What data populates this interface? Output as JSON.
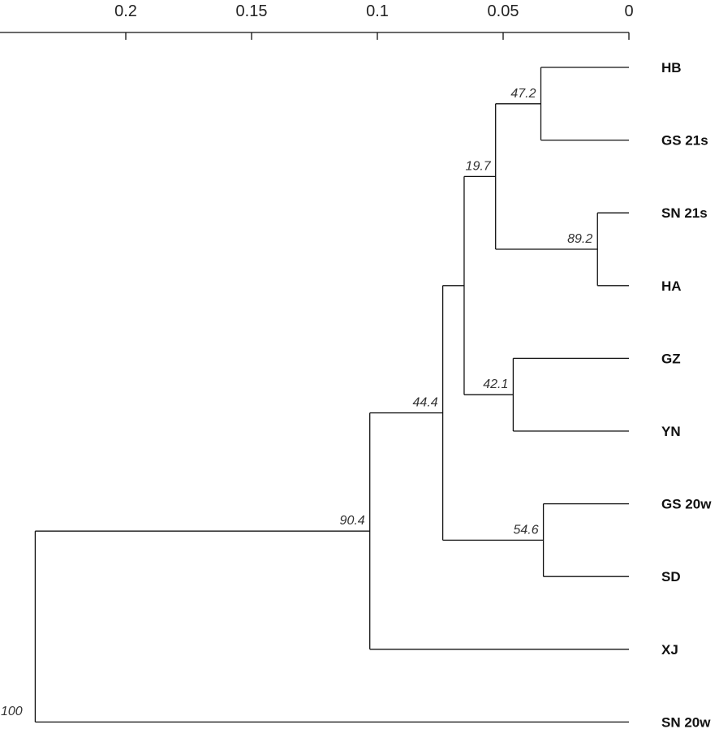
{
  "axis": {
    "ticks": [
      {
        "value": 0.2,
        "label": "0.2"
      },
      {
        "value": 0.15,
        "label": "0.15"
      },
      {
        "value": 0.1,
        "label": "0.1"
      },
      {
        "value": 0.05,
        "label": "0.05"
      },
      {
        "value": 0,
        "label": "0"
      }
    ]
  },
  "tree": {
    "leaves": [
      {
        "id": "HB",
        "label": "HB"
      },
      {
        "id": "GS21s",
        "label": "GS 21s"
      },
      {
        "id": "SN21s",
        "label": "SN 21s"
      },
      {
        "id": "HA",
        "label": "HA"
      },
      {
        "id": "GZ",
        "label": "GZ"
      },
      {
        "id": "YN",
        "label": "YN"
      },
      {
        "id": "GS20w",
        "label": "GS 20w"
      },
      {
        "id": "SD",
        "label": "SD"
      },
      {
        "id": "XJ",
        "label": "XJ"
      },
      {
        "id": "SN20w",
        "label": "SN 20w"
      }
    ],
    "nodes": [
      {
        "id": "n_hb_gs",
        "height": 0.035,
        "support": "47.2",
        "children": [
          "HB",
          "GS21s"
        ]
      },
      {
        "id": "n_sn_ha",
        "height": 0.0125,
        "support": "89.2",
        "children": [
          "SN21s",
          "HA"
        ]
      },
      {
        "id": "n_gz_yn",
        "height": 0.046,
        "support": "42.1",
        "children": [
          "GZ",
          "YN"
        ]
      },
      {
        "id": "n_gs20_sd",
        "height": 0.034,
        "support": "54.6",
        "children": [
          "GS20w",
          "SD"
        ]
      },
      {
        "id": "n_a",
        "height": 0.053,
        "support": "19.7",
        "children": [
          "n_hb_gs",
          "n_sn_ha"
        ]
      },
      {
        "id": "n_b",
        "height": 0.0655,
        "support": "",
        "children": [
          "n_a",
          "n_gz_yn"
        ]
      },
      {
        "id": "n_c",
        "height": 0.074,
        "support": "44.4",
        "children": [
          "n_b",
          "n_gs20_sd"
        ]
      },
      {
        "id": "n_d",
        "height": 0.103,
        "support": "90.4",
        "children": [
          "n_c",
          "XJ"
        ]
      },
      {
        "id": "n_root",
        "height": 0.236,
        "support": "100",
        "children": [
          "n_d",
          "SN20w"
        ]
      }
    ]
  }
}
